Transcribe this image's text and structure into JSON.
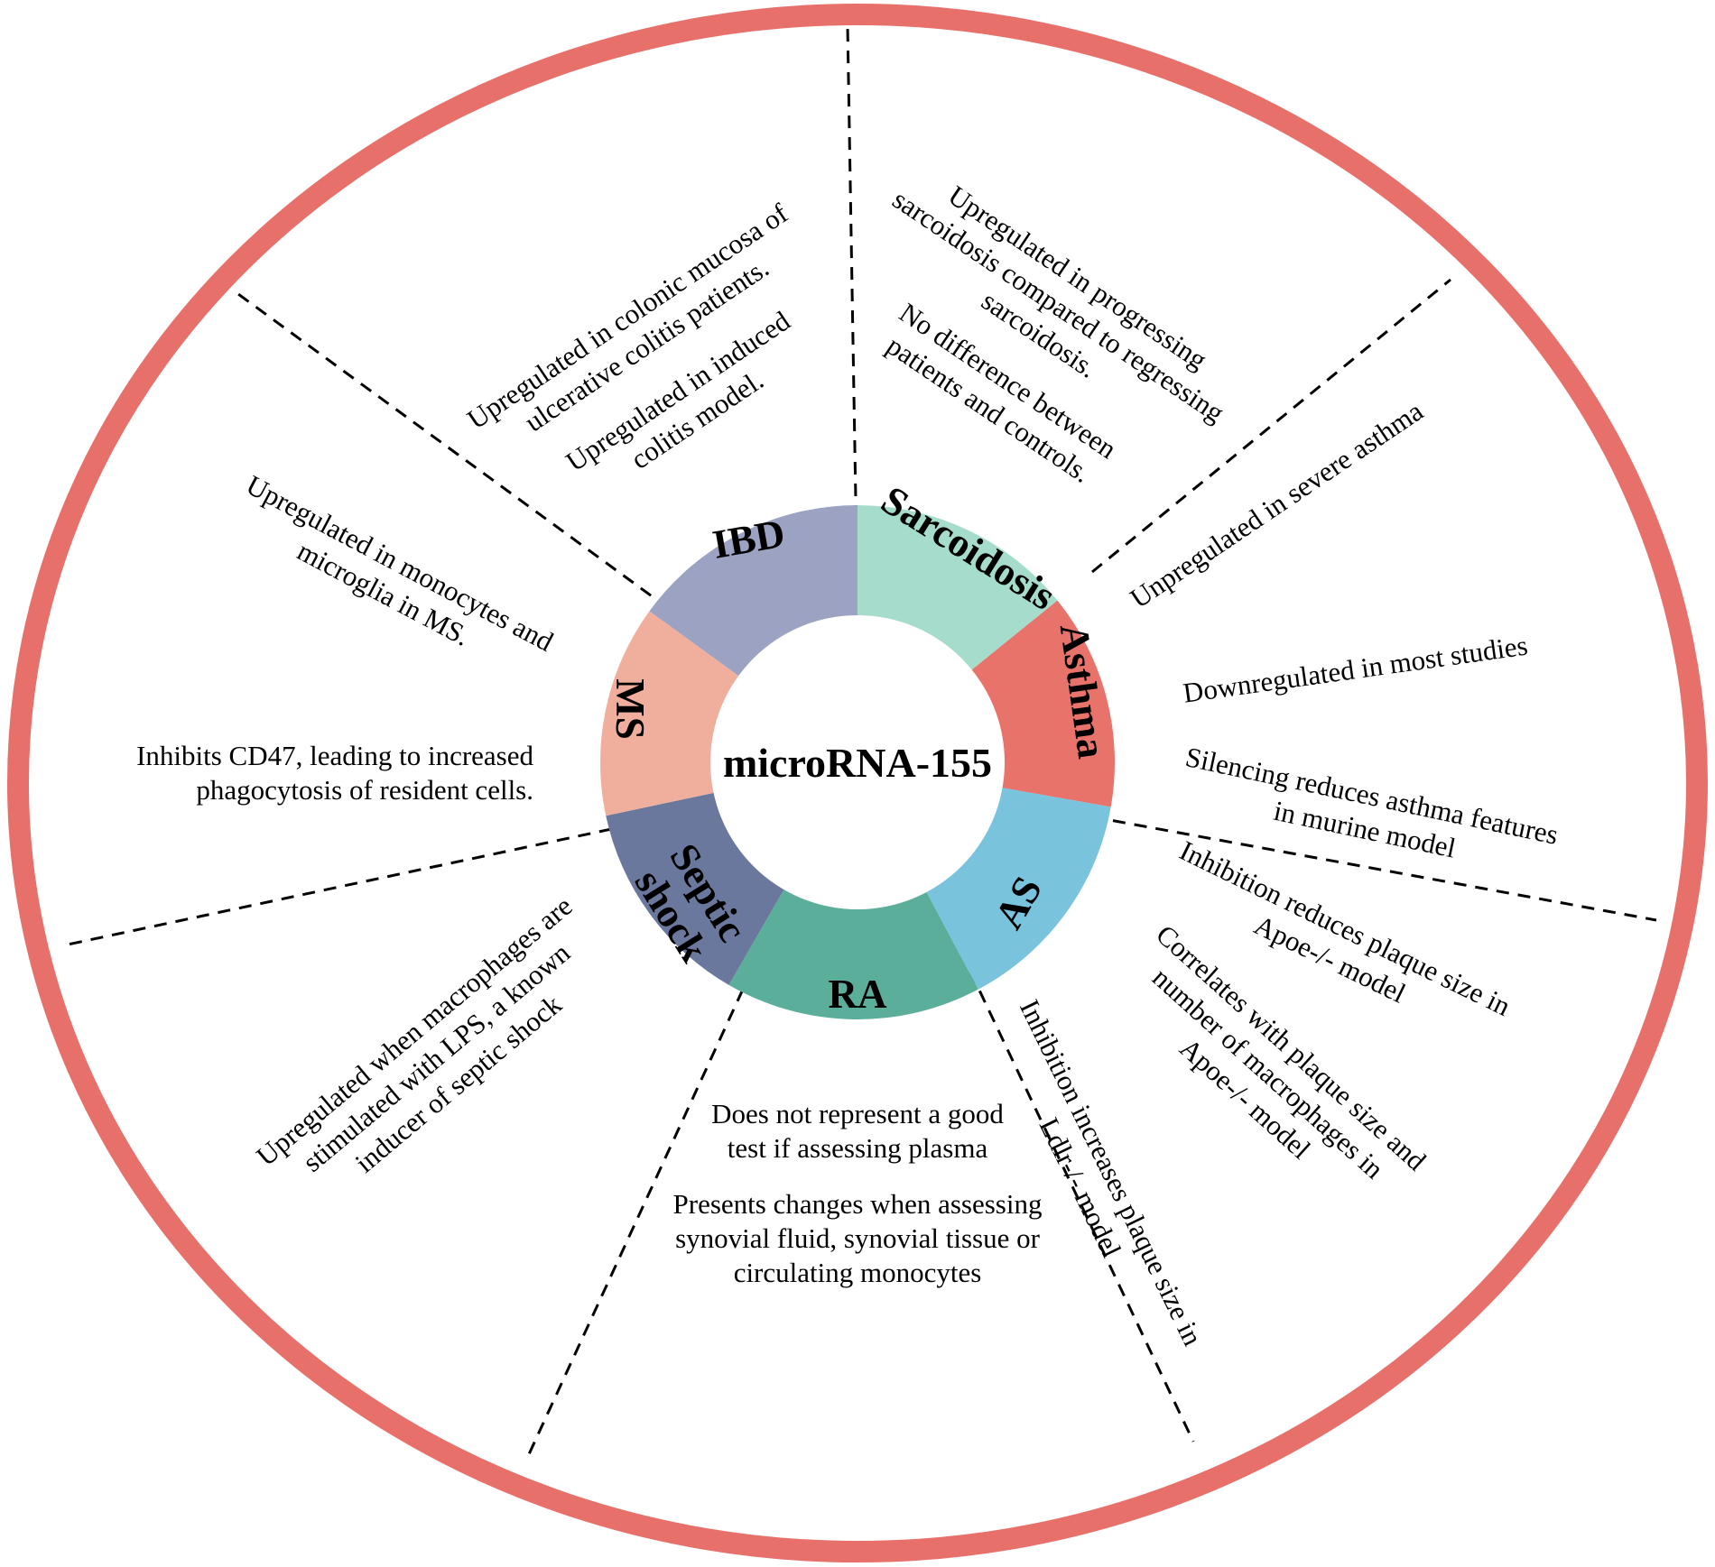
{
  "center": {
    "label": "microRNA-155"
  },
  "colors": {
    "outer_ring": "#E8706A",
    "ibd": "#9CA3C2",
    "sarcoidosis": "#A6DCCB",
    "asthma": "#E8736A",
    "as": "#79C4DC",
    "ra": "#5BAF9A",
    "septic_shock": "#6B789E",
    "ms": "#F0AE9C"
  },
  "sectors": {
    "ibd": "IBD",
    "sarcoidosis": "Sarcoidosis",
    "asthma": "Asthma",
    "as": "AS",
    "ra": "RA",
    "septic_shock": [
      "Septic",
      "shock"
    ],
    "ms": "MS"
  },
  "notes": {
    "ibd": [
      [
        "Upregulated in colonic mucosa of",
        "ulcerative colitis patients."
      ],
      [
        "Upregulated in induced",
        "colitis model."
      ]
    ],
    "sarcoidosis": [
      [
        "Upregulated in progressing",
        "sarcoidosis compared to regressing",
        "sarcoidosis."
      ],
      [
        "No difference between",
        "patients and controls."
      ]
    ],
    "asthma": [
      "Unpregulated in severe asthma",
      "Downregulated in most studies",
      [
        "Silencing reduces asthma features",
        "in murine model"
      ]
    ],
    "as": [
      [
        "Inhibition reduces plaque size in",
        "Apoe-/- model"
      ],
      [
        "Correlates with plaque size and",
        "number of macrophages in",
        "Apoe-/- model"
      ],
      [
        "Inhibition increases plaque size in",
        "Ldlr-/- model"
      ]
    ],
    "ra": [
      [
        "Does not represent a good",
        "test if assessing plasma"
      ],
      [
        "Presents changes when assessing",
        "synovial fluid, synovial tissue or",
        "circulating monocytes"
      ]
    ],
    "septic_shock": [
      [
        "Upregulated when macrophages are",
        "stimulated with LPS, a known",
        "inducer of septic shock"
      ]
    ],
    "ms": [
      [
        "Upregulated in monocytes and",
        "microglia in MS."
      ],
      [
        "Inhibits CD47, leading to increased",
        "phagocytosis of resident cells."
      ]
    ]
  }
}
